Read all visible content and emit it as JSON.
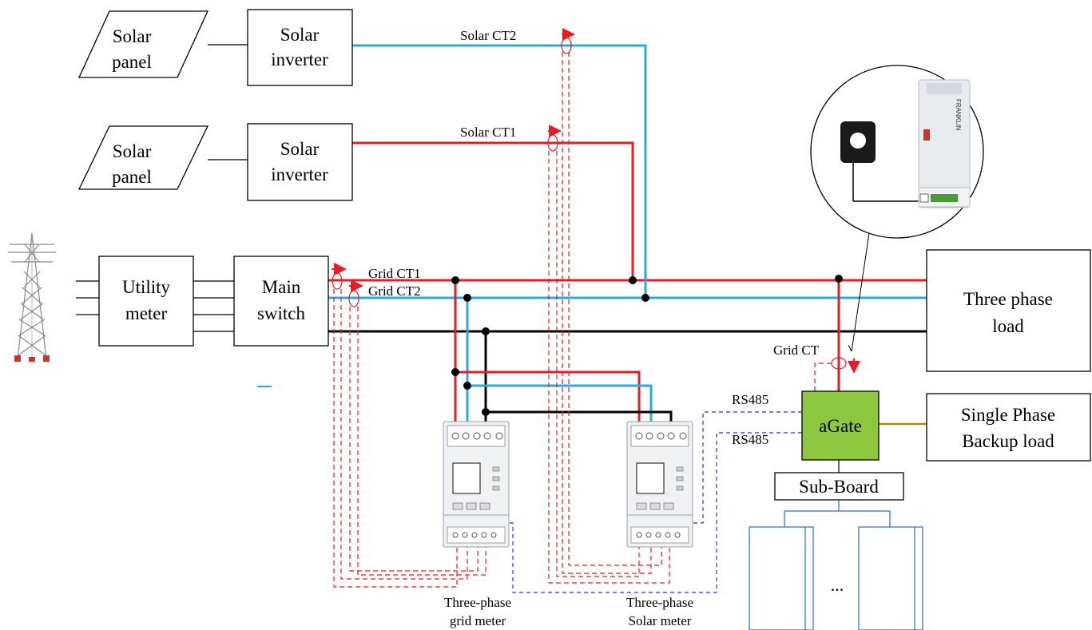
{
  "blocks": {
    "solar_panel_1": {
      "line1": "Solar",
      "line2": "panel"
    },
    "solar_panel_2": {
      "line1": "Solar",
      "line2": "panel"
    },
    "solar_inverter_1": {
      "line1": "Solar",
      "line2": "inverter"
    },
    "solar_inverter_2": {
      "line1": "Solar",
      "line2": "inverter"
    },
    "utility_meter": {
      "line1": "Utility",
      "line2": "meter"
    },
    "main_switch": {
      "line1": "Main",
      "line2": "switch"
    },
    "three_phase_load": {
      "line1": "Three phase",
      "line2": "load"
    },
    "single_phase_load": {
      "line1": "Single Phase",
      "line2": "Backup load"
    },
    "agate": {
      "label": "aGate"
    },
    "sub_board": {
      "label": "Sub-Board"
    },
    "sub_loads": {
      "ellipsis": "..."
    }
  },
  "labels": {
    "solar_ct2": "Solar CT2",
    "solar_ct1": "Solar CT1",
    "grid_ct1": "Grid CT1",
    "grid_ct2": "Grid CT2",
    "grid_ct": "Grid CT",
    "rs485_top": "RS485",
    "rs485_bottom": "RS485"
  },
  "meters": {
    "grid": {
      "line1": "Three-phase",
      "line2": "grid meter"
    },
    "solar": {
      "line1": "Three-phase",
      "line2": "Solar meter"
    }
  },
  "inset": {
    "brand": "FRANKLIN"
  },
  "colors": {
    "phase_red": "#e31e24",
    "phase_blue": "#29abe2",
    "neutral": "#000000",
    "signal_red": "#e31e24",
    "rs485_blue": "#1f3fbf",
    "agate_green": "#8dc63f",
    "backup_wire": "#b8860b",
    "subload_outline": "#2f6eb5"
  }
}
